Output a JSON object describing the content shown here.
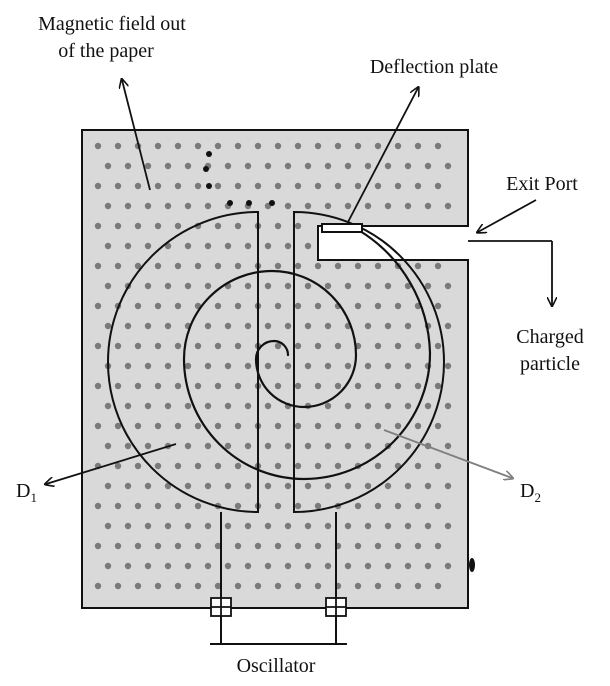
{
  "labels": {
    "magnetic_field_line1": "Magnetic field out",
    "magnetic_field_line2": "of the paper",
    "deflection_plate": "Deflection plate",
    "exit_port": "Exit Port",
    "charged_particle_line1": "Charged",
    "charged_particle_line2": "particle",
    "d1_main": "D",
    "d1_sub": "1",
    "d2_main": "D",
    "d2_sub": "2",
    "oscillator": "Oscillator"
  },
  "colors": {
    "field_background": "#d9d9d9",
    "field_dot": "#7a7a7a",
    "line": "#111111",
    "d2_arrow": "#7f7f7f"
  }
}
